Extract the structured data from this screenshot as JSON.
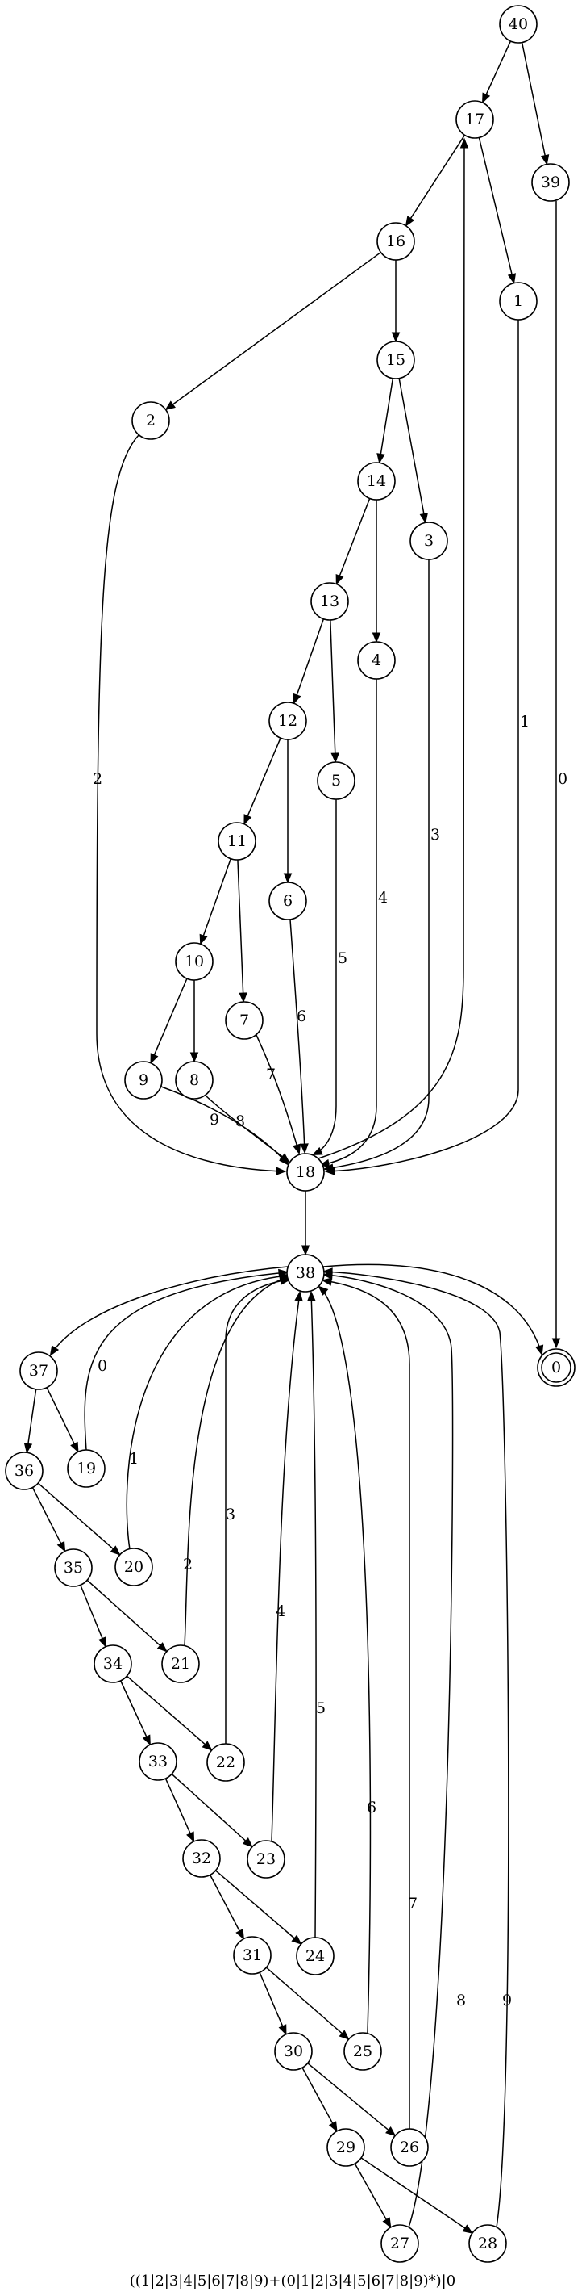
{
  "caption": "((1|2|3|4|5|6|7|8|9)+(0|1|2|3|4|5|6|7|8|9)*)|0",
  "nodes": [
    {
      "id": "40",
      "label": "40",
      "accepting": false
    },
    {
      "id": "17",
      "label": "17",
      "accepting": false
    },
    {
      "id": "39",
      "label": "39",
      "accepting": false
    },
    {
      "id": "16",
      "label": "16",
      "accepting": false
    },
    {
      "id": "1",
      "label": "1",
      "accepting": false
    },
    {
      "id": "15",
      "label": "15",
      "accepting": false
    },
    {
      "id": "2",
      "label": "2",
      "accepting": false
    },
    {
      "id": "14",
      "label": "14",
      "accepting": false
    },
    {
      "id": "3",
      "label": "3",
      "accepting": false
    },
    {
      "id": "13",
      "label": "13",
      "accepting": false
    },
    {
      "id": "4",
      "label": "4",
      "accepting": false
    },
    {
      "id": "12",
      "label": "12",
      "accepting": false
    },
    {
      "id": "5",
      "label": "5",
      "accepting": false
    },
    {
      "id": "11",
      "label": "11",
      "accepting": false
    },
    {
      "id": "6",
      "label": "6",
      "accepting": false
    },
    {
      "id": "10",
      "label": "10",
      "accepting": false
    },
    {
      "id": "7",
      "label": "7",
      "accepting": false
    },
    {
      "id": "9",
      "label": "9",
      "accepting": false
    },
    {
      "id": "8",
      "label": "8",
      "accepting": false
    },
    {
      "id": "18",
      "label": "18",
      "accepting": false
    },
    {
      "id": "38",
      "label": "38",
      "accepting": false
    },
    {
      "id": "0",
      "label": "0",
      "accepting": true
    },
    {
      "id": "37",
      "label": "37",
      "accepting": false
    },
    {
      "id": "19",
      "label": "19",
      "accepting": false
    },
    {
      "id": "36",
      "label": "36",
      "accepting": false
    },
    {
      "id": "20",
      "label": "20",
      "accepting": false
    },
    {
      "id": "35",
      "label": "35",
      "accepting": false
    },
    {
      "id": "21",
      "label": "21",
      "accepting": false
    },
    {
      "id": "34",
      "label": "34",
      "accepting": false
    },
    {
      "id": "22",
      "label": "22",
      "accepting": false
    },
    {
      "id": "33",
      "label": "33",
      "accepting": false
    },
    {
      "id": "23",
      "label": "23",
      "accepting": false
    },
    {
      "id": "32",
      "label": "32",
      "accepting": false
    },
    {
      "id": "24",
      "label": "24",
      "accepting": false
    },
    {
      "id": "31",
      "label": "31",
      "accepting": false
    },
    {
      "id": "25",
      "label": "25",
      "accepting": false
    },
    {
      "id": "30",
      "label": "30",
      "accepting": false
    },
    {
      "id": "26",
      "label": "26",
      "accepting": false
    },
    {
      "id": "29",
      "label": "29",
      "accepting": false
    },
    {
      "id": "27",
      "label": "27",
      "accepting": false
    },
    {
      "id": "28",
      "label": "28",
      "accepting": false
    }
  ],
  "edges": [
    {
      "from": "40",
      "to": "17",
      "label": ""
    },
    {
      "from": "40",
      "to": "39",
      "label": ""
    },
    {
      "from": "39",
      "to": "0",
      "label": "0"
    },
    {
      "from": "17",
      "to": "16",
      "label": ""
    },
    {
      "from": "17",
      "to": "1",
      "label": ""
    },
    {
      "from": "1",
      "to": "18",
      "label": "1"
    },
    {
      "from": "16",
      "to": "2",
      "label": ""
    },
    {
      "from": "16",
      "to": "15",
      "label": ""
    },
    {
      "from": "2",
      "to": "18",
      "label": "2"
    },
    {
      "from": "15",
      "to": "14",
      "label": ""
    },
    {
      "from": "15",
      "to": "3",
      "label": ""
    },
    {
      "from": "3",
      "to": "18",
      "label": "3"
    },
    {
      "from": "14",
      "to": "13",
      "label": ""
    },
    {
      "from": "14",
      "to": "4",
      "label": ""
    },
    {
      "from": "4",
      "to": "18",
      "label": "4"
    },
    {
      "from": "13",
      "to": "12",
      "label": ""
    },
    {
      "from": "13",
      "to": "5",
      "label": ""
    },
    {
      "from": "5",
      "to": "18",
      "label": "5"
    },
    {
      "from": "12",
      "to": "11",
      "label": ""
    },
    {
      "from": "12",
      "to": "6",
      "label": ""
    },
    {
      "from": "6",
      "to": "18",
      "label": "6"
    },
    {
      "from": "11",
      "to": "10",
      "label": ""
    },
    {
      "from": "11",
      "to": "7",
      "label": ""
    },
    {
      "from": "7",
      "to": "18",
      "label": "7"
    },
    {
      "from": "10",
      "to": "9",
      "label": ""
    },
    {
      "from": "10",
      "to": "8",
      "label": ""
    },
    {
      "from": "9",
      "to": "18",
      "label": "9"
    },
    {
      "from": "8",
      "to": "18",
      "label": "8"
    },
    {
      "from": "18",
      "to": "17",
      "label": ""
    },
    {
      "from": "18",
      "to": "38",
      "label": ""
    },
    {
      "from": "38",
      "to": "0",
      "label": ""
    },
    {
      "from": "38",
      "to": "37",
      "label": ""
    },
    {
      "from": "37",
      "to": "36",
      "label": ""
    },
    {
      "from": "37",
      "to": "19",
      "label": ""
    },
    {
      "from": "19",
      "to": "38",
      "label": "0"
    },
    {
      "from": "36",
      "to": "35",
      "label": ""
    },
    {
      "from": "36",
      "to": "20",
      "label": ""
    },
    {
      "from": "20",
      "to": "38",
      "label": "1"
    },
    {
      "from": "35",
      "to": "34",
      "label": ""
    },
    {
      "from": "35",
      "to": "21",
      "label": ""
    },
    {
      "from": "21",
      "to": "38",
      "label": "2"
    },
    {
      "from": "34",
      "to": "33",
      "label": ""
    },
    {
      "from": "34",
      "to": "22",
      "label": ""
    },
    {
      "from": "22",
      "to": "38",
      "label": "3"
    },
    {
      "from": "33",
      "to": "32",
      "label": ""
    },
    {
      "from": "33",
      "to": "23",
      "label": ""
    },
    {
      "from": "23",
      "to": "38",
      "label": "4"
    },
    {
      "from": "32",
      "to": "31",
      "label": ""
    },
    {
      "from": "32",
      "to": "24",
      "label": ""
    },
    {
      "from": "24",
      "to": "38",
      "label": "5"
    },
    {
      "from": "31",
      "to": "30",
      "label": ""
    },
    {
      "from": "31",
      "to": "25",
      "label": ""
    },
    {
      "from": "25",
      "to": "38",
      "label": "6"
    },
    {
      "from": "30",
      "to": "29",
      "label": ""
    },
    {
      "from": "30",
      "to": "26",
      "label": ""
    },
    {
      "from": "26",
      "to": "38",
      "label": "7"
    },
    {
      "from": "29",
      "to": "27",
      "label": ""
    },
    {
      "from": "29",
      "to": "28",
      "label": ""
    },
    {
      "from": "27",
      "to": "38",
      "label": "8"
    },
    {
      "from": "28",
      "to": "38",
      "label": "9"
    }
  ]
}
